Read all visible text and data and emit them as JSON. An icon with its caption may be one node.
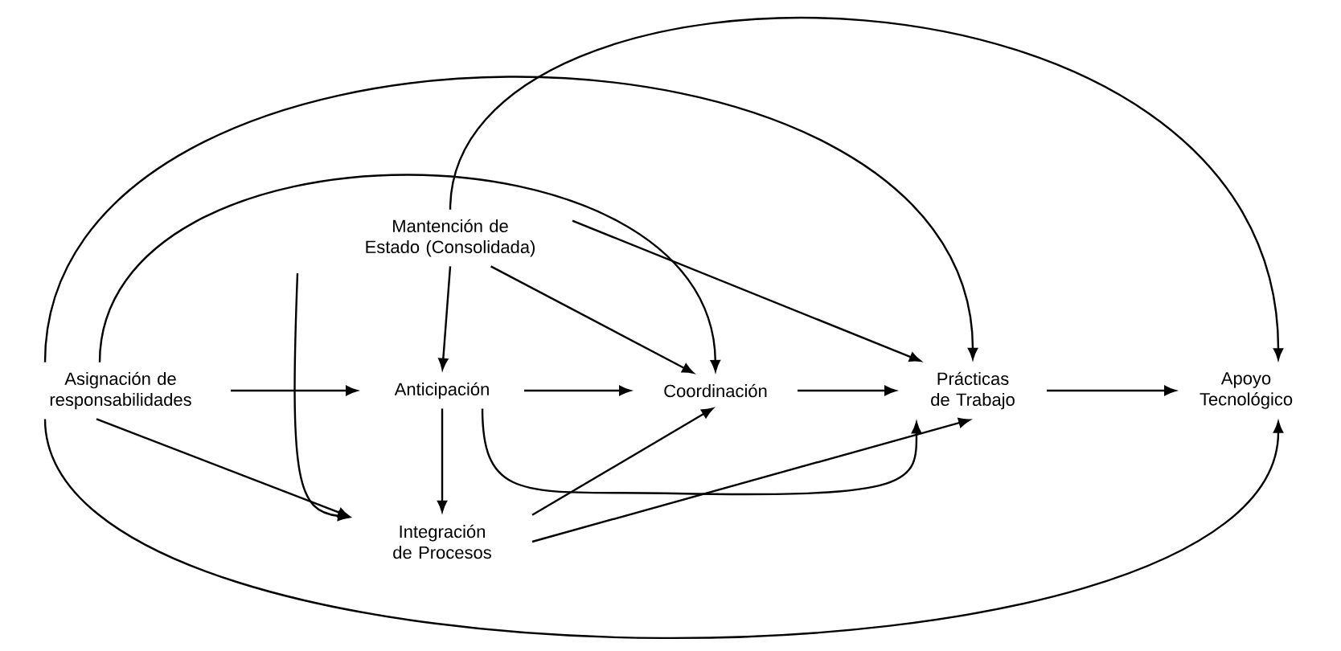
{
  "diagram": {
    "nodes": [
      {
        "text": [
          "Mantención de Estado (Consolidada)"
        ]
      },
      {
        "text": [
          "Asignación de responsabilidades"
        ]
      },
      {
        "text": [
          "Anticipación"
        ]
      },
      {
        "text": [
          "Coordinación"
        ]
      },
      {
        "text": [
          "Prácticas de Trabajo"
        ]
      },
      {
        "text": [
          "Apoyo Tecnológico"
        ]
      },
      {
        "text": [
          "Integración de Procesos"
        ]
      }
    ],
    "edges": [
      {
        "from": 0,
        "to": 2,
        "arrow": "to"
      },
      {
        "from": 0,
        "to": 3,
        "arrow": "to"
      },
      {
        "from": 0,
        "to": 4,
        "arrow": "to"
      },
      {
        "from": 0,
        "to": 5,
        "arrow": "to"
      },
      {
        "from": null,
        "to": 6,
        "arrow": "to"
      },
      {
        "from": 1,
        "to": 2,
        "arrow": "to"
      },
      {
        "from": 1,
        "to": 3,
        "arrow": "to"
      },
      {
        "from": 1,
        "to": 4,
        "arrow": "to"
      },
      {
        "from": 1,
        "to": 5,
        "arrow": "to"
      },
      {
        "from": 1,
        "to": 6,
        "arrow": "to"
      },
      {
        "from": 2,
        "to": 3,
        "arrow": "to"
      },
      {
        "from": 2,
        "to": 6,
        "arrow": "to"
      },
      {
        "from": 2,
        "to": 4,
        "arrow": "to"
      },
      {
        "from": 3,
        "to": 4,
        "arrow": "to"
      },
      {
        "from": 4,
        "to": 5,
        "arrow": "to"
      },
      {
        "from": 6,
        "to": 3,
        "arrow": "to"
      },
      {
        "from": 6,
        "to": 4,
        "arrow": "to"
      }
    ]
  }
}
